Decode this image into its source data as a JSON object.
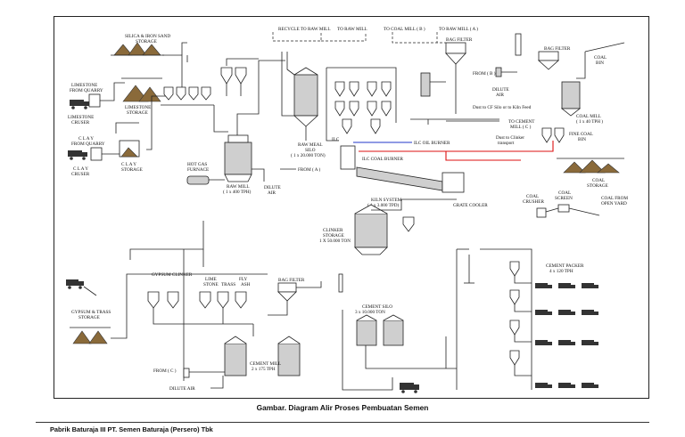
{
  "labels": {
    "silica_iron": "SILICA & IRON SAND",
    "storage": "STORAGE",
    "limestone_quarry_1": "LIMESTONE",
    "limestone_quarry_2": "FROM QUARRY",
    "limestone_crusher_1": "LIMESTONE",
    "limestone_crusher_2": "CRUSER",
    "limestone_storage_1": "LIMESTONE",
    "limestone_storage_2": "STORAGE",
    "clay_quarry_1": "C L A Y",
    "clay_quarry_2": "FROM QUARRY",
    "clay_crusher_1": "C L A Y",
    "clay_crusher_2": "CRUSER",
    "clay_storage_1": "C L A Y",
    "clay_storage_2": "STORAGE",
    "recycle": "RECYCLE TO RAW MILL",
    "to_raw_mill_1": "TO RAW MILL",
    "to_coal_mill_b": "TO COAL MILL ( B )",
    "to_raw_mill_a": "TO RAW MILL ( A )",
    "bag_filter_top": "BAG FILTER",
    "bag_filter_right": "BAG FILTER",
    "coal_bin_1": "COAL",
    "coal_bin_2": "BIN",
    "from_b": "FROM ( B )",
    "dilute_air_1": "DILUTE",
    "dilute_air_2": "AIR",
    "dust_cf": "Dust to CF Silo or to Kiln Feed",
    "to_cement_mill_1": "TO CEMENT",
    "to_cement_mill_2": "MILL ( C )",
    "dust_clinker_1": "Dust to Clinker",
    "dust_clinker_2": "transport",
    "coal_mill_1": "COAL MILL",
    "coal_mill_2": "( 1 x 40 TPH )",
    "fine_coal_1": "FINE COAL",
    "fine_coal_2": "BIN",
    "ilc": "ILC",
    "ilc_oil": "ILC OIL BURNER",
    "ilc_coal": "ILC COAL BURNER",
    "raw_meal_1": "RAW MEAL",
    "raw_meal_2": "SILO",
    "raw_meal_3": "( 1 x 20.000 TON)",
    "from_a": "FROM ( A )",
    "hot_gas_1": "HOT GAS",
    "hot_gas_2": "FURNACE",
    "raw_mill_1": "RAW MILL",
    "raw_mill_2": "( 1 x 400 TPH)",
    "dilute_air_b1": "DILUTE",
    "dilute_air_b2": "AIR",
    "kiln_1": "KILN SYSTEM",
    "kiln_2": "( 1 x 3.000 TPD)",
    "grate_cooler": "GRATE COOLER",
    "coal_storage_1": "COAL",
    "coal_storage_2": "STORAGE",
    "coal_crusher_1": "COAL",
    "coal_crusher_2": "CRUSHER",
    "coal_screen_1": "COAL",
    "coal_screen_2": "SCREEN",
    "coal_yard_1": "COAL FROM",
    "coal_yard_2": "OPEN YARD",
    "clinker_storage_1": "CLINKER",
    "clinker_storage_2": "STORAGE",
    "clinker_storage_3": "1 X 50.000 TON",
    "gypsum_clinker": "GYPSUM CLINKER",
    "limestone_small_1": "LIME",
    "limestone_small_2": "STONE",
    "trass": "TRASS",
    "fly_ash_1": "FLY",
    "fly_ash_2": "ASH",
    "bag_filter_cm": "BAG FILTER",
    "gypsum_trass_1": "GYPSUM & TRASS",
    "gypsum_trass_2": "STORAGE",
    "from_c": "FROM  ( C )",
    "dilute_air_c": "DILUTE AIR",
    "cement_mill_1": "CEMENT MILL",
    "cement_mill_2": "2 x 175 TPH",
    "cement_silo_1": "CEMENT SILO",
    "cement_silo_2": "3  x  10.000 TON",
    "cement_packer_1": "CEMENT PACKER",
    "cement_packer_2": "4 x 120 TPH"
  },
  "caption": "Gambar. Diagram Alir Proses Pembuatan Semen",
  "footer": "Pabrik Baturaja III PT. Semen Baturaja (Persero) Tbk",
  "colors": {
    "line": "#222222",
    "gas_line": "#d11111",
    "oil_line": "#2235c8",
    "material": "#8a6a3a"
  }
}
